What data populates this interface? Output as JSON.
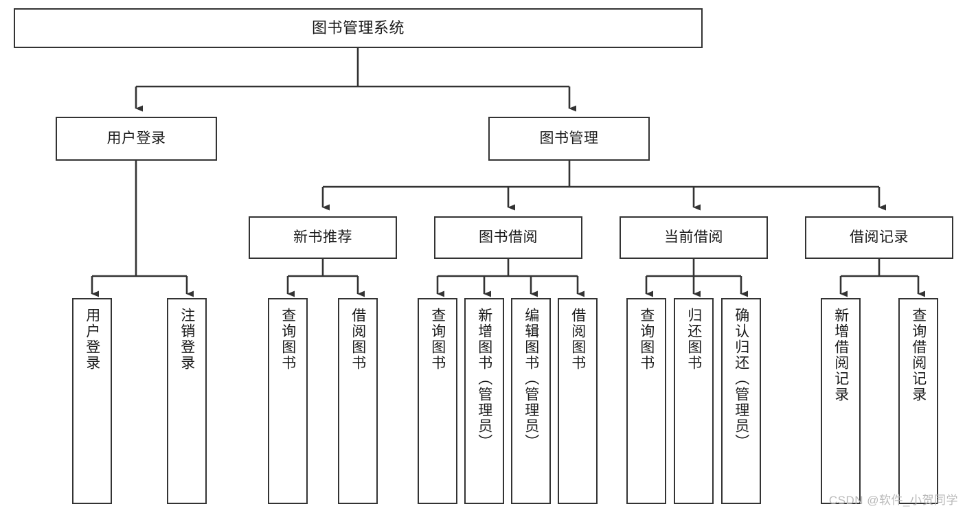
{
  "diagram": {
    "type": "tree-hierarchy",
    "title": "图书管理系统",
    "watermark": "CSDN @软件_小贺同学",
    "colors": {
      "box_border": "#333333",
      "box_fill": "#ffffff",
      "connector": "#333333",
      "text": "#1a1a1a",
      "watermark": "#b9b9b9",
      "background": "#ffffff"
    },
    "nodes": {
      "root": {
        "label": "图书管理系统"
      },
      "level2": [
        {
          "id": "user-login",
          "label": "用户登录"
        },
        {
          "id": "book-management",
          "label": "图书管理"
        }
      ],
      "level3": [
        {
          "id": "new-book-recommend",
          "label": "新书推荐"
        },
        {
          "id": "book-borrow",
          "label": "图书借阅"
        },
        {
          "id": "current-borrow",
          "label": "当前借阅"
        },
        {
          "id": "borrow-record",
          "label": "借阅记录"
        }
      ],
      "leaves": {
        "user_login": [
          {
            "id": "leaf-user-login",
            "label": "用户登录"
          },
          {
            "id": "leaf-logout-login",
            "label": "注销登录"
          }
        ],
        "new_book_recommend": [
          {
            "id": "leaf-query-book-1",
            "label": "查询图书"
          },
          {
            "id": "leaf-borrow-book-1",
            "label": "借阅图书"
          }
        ],
        "book_borrow": [
          {
            "id": "leaf-query-book-2",
            "label": "查询图书"
          },
          {
            "id": "leaf-add-book",
            "label": "新增图书（管理员）"
          },
          {
            "id": "leaf-edit-book",
            "label": "编辑图书（管理员）"
          },
          {
            "id": "leaf-borrow-book-2",
            "label": "借阅图书"
          }
        ],
        "current_borrow": [
          {
            "id": "leaf-query-book-3",
            "label": "查询图书"
          },
          {
            "id": "leaf-return-book",
            "label": "归还图书"
          },
          {
            "id": "leaf-confirm-return",
            "label": "确认归还（管理员）"
          }
        ],
        "borrow_record": [
          {
            "id": "leaf-add-record",
            "label": "新增借阅记录"
          },
          {
            "id": "leaf-query-record",
            "label": "查询借阅记录"
          }
        ]
      }
    }
  }
}
